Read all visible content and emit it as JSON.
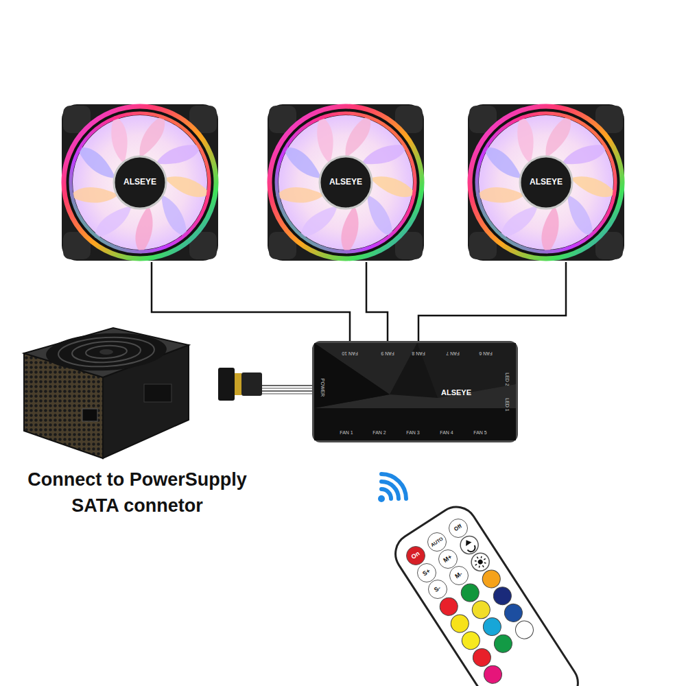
{
  "diagram": {
    "nodes": [
      {
        "text": [
          "ALSEYE"
        ]
      },
      {
        "text": [
          "ALSEYE"
        ]
      },
      {
        "text": [
          "ALSEYE"
        ]
      },
      {
        "text": [
          "ALSEYE",
          "FAN 10",
          "FAN 9",
          "FAN 8",
          "FAN 7",
          "FAN 6",
          "POWER",
          "LED 2",
          "LED 1",
          "FAN 1",
          "FAN 2",
          "FAN 3",
          "FAN 4",
          "FAN 5"
        ]
      },
      {
        "text": [
          "On"
        ]
      },
      {
        "text": [
          "AUTO"
        ]
      },
      {
        "text": [
          "Off"
        ]
      },
      {
        "text": [
          "S+"
        ]
      },
      {
        "text": [
          "M+"
        ]
      },
      {
        "text": [
          "S-"
        ]
      },
      {
        "text": [
          "M-"
        ]
      }
    ],
    "edges": [
      {
        "from": 0,
        "to": 3,
        "arrow": "none"
      },
      {
        "from": 1,
        "to": 3,
        "arrow": "none"
      },
      {
        "from": 2,
        "to": 3,
        "arrow": "none"
      }
    ],
    "labels": [
      "Connect to PowerSupply SATA connetor"
    ]
  }
}
